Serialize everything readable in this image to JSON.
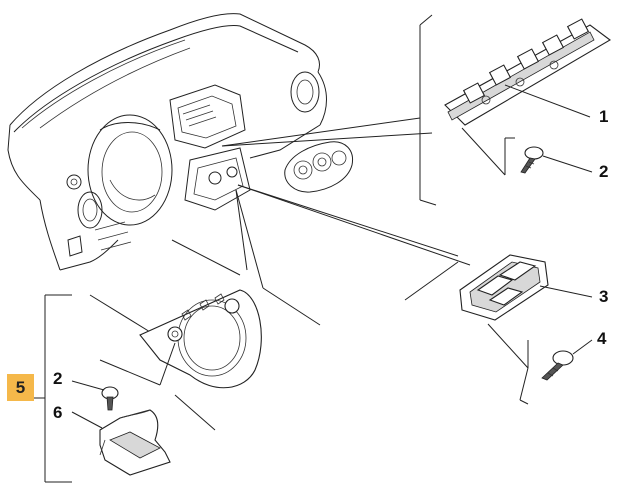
{
  "diagram": {
    "callouts": [
      {
        "id": "part-1",
        "label": "1"
      },
      {
        "id": "part-2a",
        "label": "2"
      },
      {
        "id": "part-3",
        "label": "3"
      },
      {
        "id": "part-4",
        "label": "4"
      },
      {
        "id": "part-2b",
        "label": "2"
      },
      {
        "id": "part-6",
        "label": "6"
      }
    ],
    "group": {
      "label": "5",
      "color": "#f5b84a"
    }
  }
}
